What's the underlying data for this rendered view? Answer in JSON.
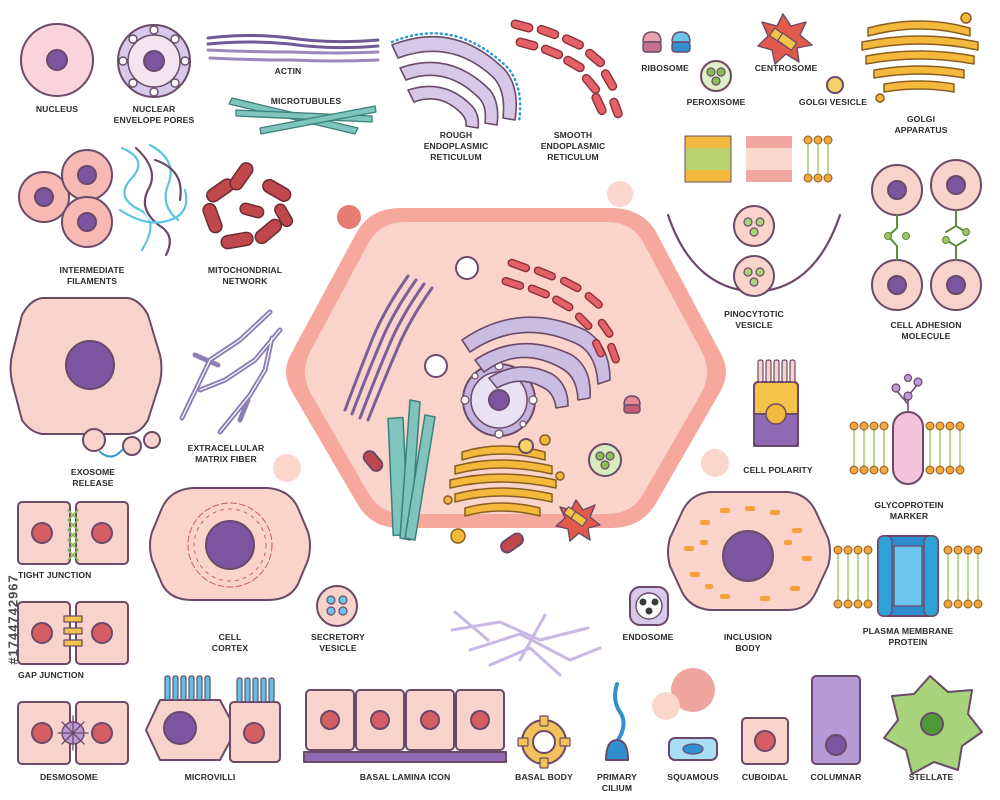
{
  "labels": {
    "nucleus": [
      "NUCLEUS"
    ],
    "nuclear_envelope_pores": [
      "NUCLEAR",
      "ENVELOPE PORES"
    ],
    "actin": [
      "ACTIN"
    ],
    "microtubules": [
      "MICROTUBULES"
    ],
    "rough_er": [
      "ROUGH",
      "ENDOPLASMIC",
      "RETICULUM"
    ],
    "smooth_er": [
      "SMOOTH",
      "ENDOPLASMIC",
      "RETICULUM"
    ],
    "ribosome": [
      "RIBOSOME"
    ],
    "centrosome": [
      "CENTROSOME"
    ],
    "peroxisome": [
      "PEROXISOME"
    ],
    "golgi_vesicle": [
      "GOLGI VESICLE"
    ],
    "golgi_apparatus": [
      "GOLGI",
      "APPARATUS"
    ],
    "intermediate_filaments": [
      "INTERMEDIATE",
      "FILAMENTS"
    ],
    "mitochondrial_network": [
      "MITOCHONDRIAL",
      "NETWORK"
    ],
    "pinocytotic_vesicle": [
      "PINOCYTOTIC",
      "VESICLE"
    ],
    "cell_adhesion_molecule": [
      "CELL ADHESION",
      "MOLECULE"
    ],
    "exosome_release": [
      "EXOSOME",
      "RELEASE"
    ],
    "extracellular_matrix_fiber": [
      "EXTRACELLULAR",
      "MATRIX FIBER"
    ],
    "cell_polarity": [
      "CELL POLARITY"
    ],
    "glycoprotein_marker": [
      "GLYCOPROTEIN",
      "MARKER"
    ],
    "tight_junction": [
      "TIGHT JUNCTION"
    ],
    "cell_cortex": [
      "CELL",
      "CORTEX"
    ],
    "secretory_vesicle": [
      "SECRETORY",
      "VESICLE"
    ],
    "endosome": [
      "ENDOSOME"
    ],
    "inclusion_body": [
      "INCLUSION",
      "BODY"
    ],
    "plasma_membrane_protein": [
      "PLASMA MEMBRANE",
      "PROTEIN"
    ],
    "gap_junction": [
      "GAP JUNCTION"
    ],
    "desmosome": [
      "DESMOSOME"
    ],
    "microvilli": [
      "MICROVILLI"
    ],
    "basal_lamina_icon": [
      "BASAL LAMINA ICON"
    ],
    "basal_body": [
      "BASAL BODY"
    ],
    "primary_cilium": [
      "PRIMARY",
      "CILIUM"
    ],
    "squamous": [
      "SQUAMOUS"
    ],
    "cuboidal": [
      "CUBOIDAL"
    ],
    "columnar": [
      "COLUMNAR"
    ],
    "stellate": [
      "STELLATE"
    ]
  },
  "watermark": "#1744742967",
  "colors": {
    "outline": "#6a4a68",
    "cell_fill": "#f8d3cc",
    "cell_rim": "#ee9d95",
    "nucleus": "#7b55a0",
    "nucleus_light": "#a691c6",
    "mito": "#c0474c",
    "er_smooth": "#d7545a",
    "er_rough": "#b3a6d1",
    "golgi": "#f2b435",
    "microtubule": "#62b1aa",
    "actin": "#8572a8",
    "filament": "#5cc4e3",
    "membrane_head": "#f2a63c",
    "membrane_tail": "#9cc467",
    "channel": "#2fa1d8",
    "glycoprotein": "#f3c3da",
    "stellate": "#a7d47a"
  }
}
